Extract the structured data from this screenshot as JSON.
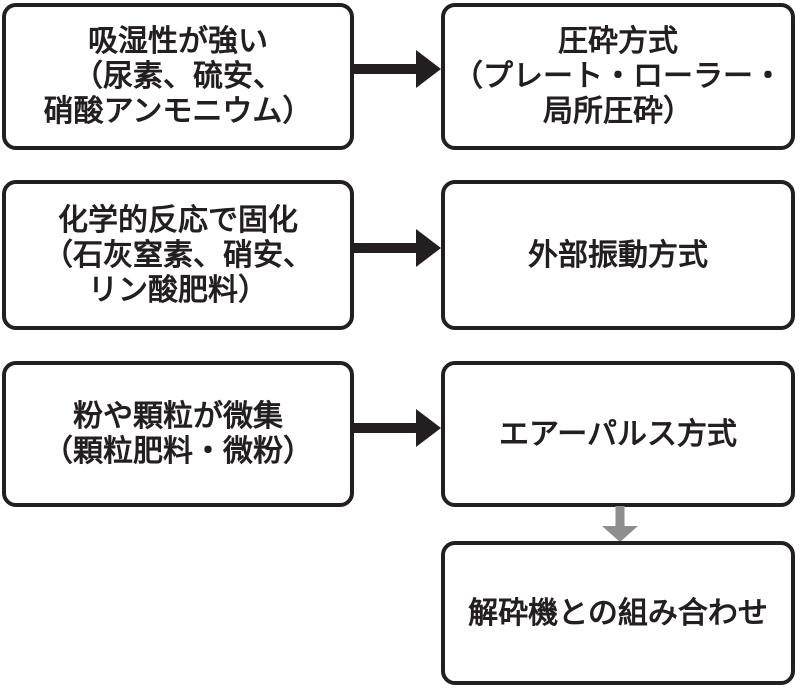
{
  "diagram": {
    "boxes": {
      "hygroscopic": {
        "lines": [
          "吸湿性が強い",
          "（尿素、硫安、",
          "硝酸アンモニウム）"
        ]
      },
      "crushing": {
        "lines": [
          "圧砕方式",
          "（プレート・ローラー・",
          "局所圧砕）"
        ]
      },
      "chemical": {
        "lines": [
          "化学的反応で固化",
          "（石灰窒素、硝安、",
          "リン酸肥料）"
        ]
      },
      "vibration": {
        "lines": [
          "外部振動方式"
        ]
      },
      "powder": {
        "lines": [
          "粉や顆粒が微集",
          "（顆粒肥料・微粉）"
        ]
      },
      "airpulse": {
        "lines": [
          "エアーパルス方式"
        ]
      },
      "crusher_combo": {
        "lines": [
          "解砕機との組み合わせ"
        ]
      }
    },
    "colors": {
      "background": "#ffffff",
      "border": "#231f20",
      "text": "#231f20",
      "arrow_black": "#231f20",
      "arrow_gray": "#8e8e8e"
    }
  }
}
